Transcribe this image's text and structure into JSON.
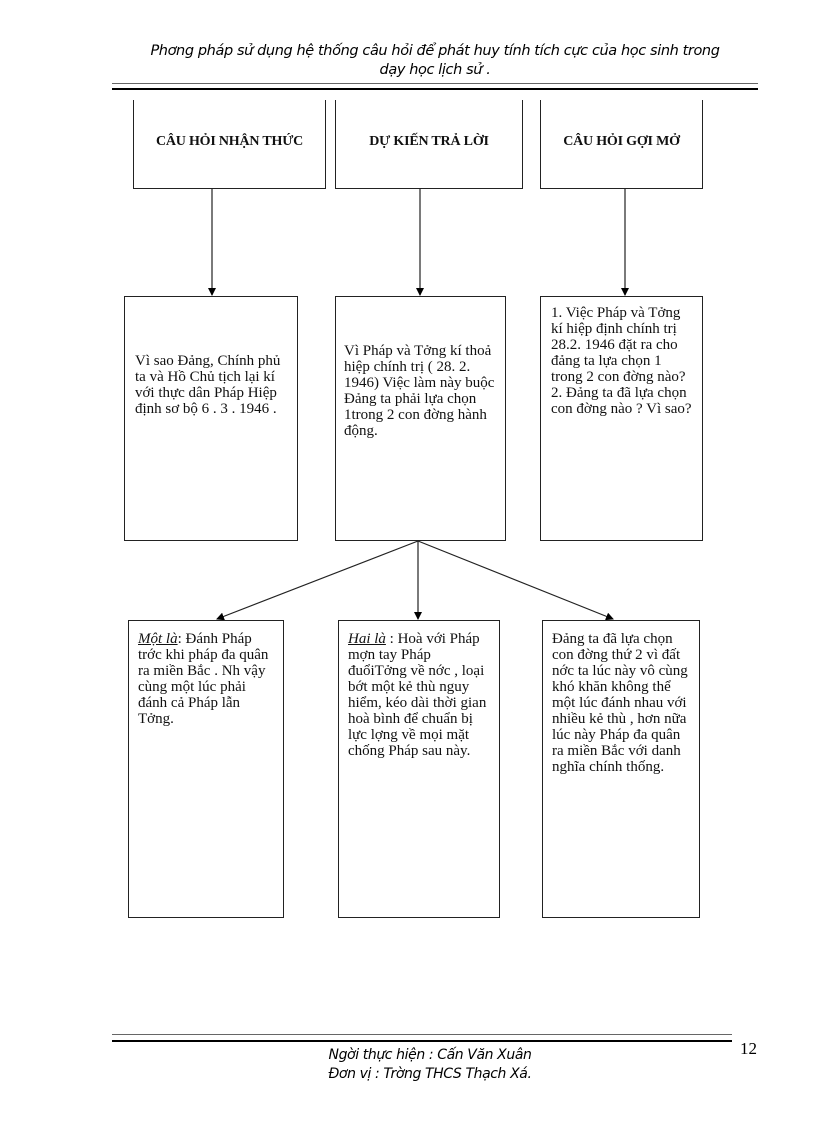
{
  "header": {
    "title_line1": "Phơng   pháp sử dụng hệ thống câu hỏi để phát huy tính tích cực của học sinh trong",
    "title_line2": "dạy học lịch sử ."
  },
  "diagram": {
    "headers": [
      {
        "label": "CÂU HỎI NHẬN THỨC"
      },
      {
        "label": "DỰ KIẾN TRẢ LỜI"
      },
      {
        "label": "CÂU HỎI GỢI MỞ"
      }
    ],
    "row2": [
      {
        "text": "Vì sao Đảng, Chính phủ ta và Hồ Chủ tịch lại kí với thực dân Pháp Hiệp định sơ bộ 6 . 3 . 1946 ."
      },
      {
        "text": "Vì Pháp và Tởng kí thoả hiệp chính trị    ( 28. 2. 1946) Việc làm này buộc Đảng ta phải lựa chọn 1trong 2 con đờng   hành động."
      },
      {
        "text": "1. Việc Pháp và Tởng  kí hiệp định chính trị 28.2. 1946 đặt ra cho đảng ta lựa chọn 1 trong  2 con đờng   nào? 2. Đảng ta đã lựa chọn con đờng nào ? Vì sao?"
      }
    ],
    "row3": [
      {
        "lead": "Một là",
        "text": ": Đánh Pháp trớc   khi pháp đa   quân ra miền Bắc . Nh vậy cùng một lúc phải đánh cả Pháp lẫn Tởng."
      },
      {
        "lead": "Hai là",
        "text": " : Hoà với Pháp mợn   tay Pháp đuổiTởng về nớc   , loại bớt một kẻ thù nguy hiểm, kéo dài thời gian hoà bình để chuẩn bị lực lợng về mọi mặt chống Pháp sau này."
      },
      {
        "lead": "",
        "text": "Đảng ta đã lựa chọn con đờng thứ 2 vì đất nớc ta lúc này vô cùng khó khăn không thể một lúc đánh nhau với nhiều kẻ thù , hơn nữa lúc này Pháp đa   quân ra miền Bắc với danh nghĩa chính thống."
      }
    ]
  },
  "footer": {
    "author": "Ngời   thực hiện : Cấn Văn Xuân",
    "unit": "Đơn vị : Trờng   THCS Thạch Xá.",
    "page_number": "12"
  }
}
